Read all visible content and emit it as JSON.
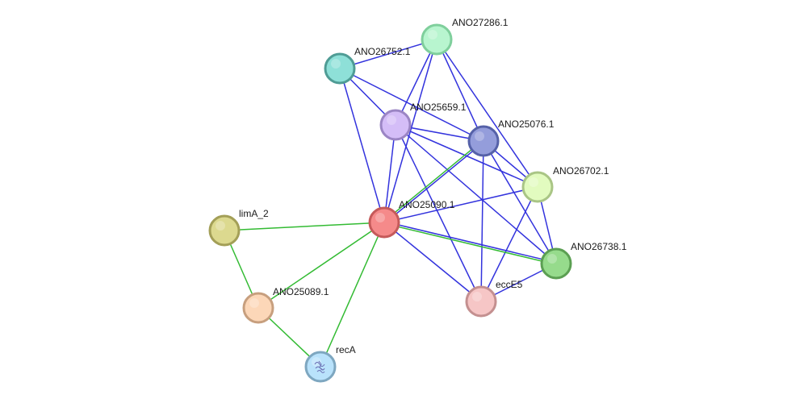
{
  "nodes": [
    {
      "id": "ANO27286.1",
      "label": "ANO27286.1",
      "fill": "#b8f5cf",
      "stroke": "#7fcf9c"
    },
    {
      "id": "ANO26752.1",
      "label": "ANO26752.1",
      "fill": "#8ee0d8",
      "stroke": "#4f9c95"
    },
    {
      "id": "ANO25659.1",
      "label": "ANO25659.1",
      "fill": "#d4bdf7",
      "stroke": "#9b85c4"
    },
    {
      "id": "ANO25076.1",
      "label": "ANO25076.1",
      "fill": "#949ddb",
      "stroke": "#5561a8"
    },
    {
      "id": "ANO26702.1",
      "label": "ANO26702.1",
      "fill": "#e2fbbf",
      "stroke": "#a9c585"
    },
    {
      "id": "ANO25090.1",
      "label": "ANO25090.1",
      "fill": "#f58a8a",
      "stroke": "#c55a5a"
    },
    {
      "id": "limA_2",
      "label": "limA_2",
      "fill": "#dcd98f",
      "stroke": "#a39f57"
    },
    {
      "id": "ANO26738.1",
      "label": "ANO26738.1",
      "fill": "#96db8c",
      "stroke": "#5b9f52"
    },
    {
      "id": "ANO25089.1",
      "label": "ANO25089.1",
      "fill": "#fcd7b8",
      "stroke": "#c79f7e"
    },
    {
      "id": "eccE5",
      "label": "eccE5",
      "fill": "#f6c6c6",
      "stroke": "#c49090"
    },
    {
      "id": "recA",
      "label": "recA",
      "fill": "#b9e2fb",
      "stroke": "#7ea7c0",
      "icon": "protein-structure-icon"
    }
  ],
  "edges": [
    {
      "source": "ANO26752.1",
      "target": "ANO27286.1",
      "colors": [
        "#3333dd"
      ]
    },
    {
      "source": "ANO26752.1",
      "target": "ANO25659.1",
      "colors": [
        "#3333dd"
      ]
    },
    {
      "source": "ANO26752.1",
      "target": "ANO25076.1",
      "colors": [
        "#3333dd"
      ]
    },
    {
      "source": "ANO26752.1",
      "target": "ANO25090.1",
      "colors": [
        "#3333dd"
      ]
    },
    {
      "source": "ANO27286.1",
      "target": "ANO25659.1",
      "colors": [
        "#3333dd"
      ]
    },
    {
      "source": "ANO27286.1",
      "target": "ANO25076.1",
      "colors": [
        "#3333dd"
      ]
    },
    {
      "source": "ANO27286.1",
      "target": "ANO26702.1",
      "colors": [
        "#3333dd"
      ]
    },
    {
      "source": "ANO27286.1",
      "target": "ANO25090.1",
      "colors": [
        "#3333dd"
      ]
    },
    {
      "source": "ANO25659.1",
      "target": "ANO25076.1",
      "colors": [
        "#3333dd"
      ]
    },
    {
      "source": "ANO25659.1",
      "target": "ANO26702.1",
      "colors": [
        "#3333dd"
      ]
    },
    {
      "source": "ANO25659.1",
      "target": "ANO26738.1",
      "colors": [
        "#3333dd"
      ]
    },
    {
      "source": "ANO25659.1",
      "target": "ANO25090.1",
      "colors": [
        "#3333dd"
      ]
    },
    {
      "source": "ANO25659.1",
      "target": "eccE5",
      "colors": [
        "#3333dd"
      ]
    },
    {
      "source": "ANO25076.1",
      "target": "ANO26702.1",
      "colors": [
        "#3333dd"
      ]
    },
    {
      "source": "ANO25076.1",
      "target": "ANO26738.1",
      "colors": [
        "#3333dd"
      ]
    },
    {
      "source": "ANO25076.1",
      "target": "eccE5",
      "colors": [
        "#3333dd"
      ]
    },
    {
      "source": "ANO25076.1",
      "target": "ANO25090.1",
      "colors": [
        "#3333dd",
        "#33bb33"
      ]
    },
    {
      "source": "ANO26702.1",
      "target": "ANO25090.1",
      "colors": [
        "#3333dd"
      ]
    },
    {
      "source": "ANO26702.1",
      "target": "ANO26738.1",
      "colors": [
        "#3333dd"
      ]
    },
    {
      "source": "ANO26702.1",
      "target": "eccE5",
      "colors": [
        "#3333dd"
      ]
    },
    {
      "source": "ANO25090.1",
      "target": "ANO26738.1",
      "colors": [
        "#3333dd",
        "#33bb33"
      ]
    },
    {
      "source": "ANO25090.1",
      "target": "eccE5",
      "colors": [
        "#3333dd"
      ]
    },
    {
      "source": "ANO26738.1",
      "target": "eccE5",
      "colors": [
        "#3333dd"
      ]
    },
    {
      "source": "ANO25090.1",
      "target": "limA_2",
      "colors": [
        "#33bb33"
      ]
    },
    {
      "source": "ANO25090.1",
      "target": "ANO25089.1",
      "colors": [
        "#33bb33"
      ]
    },
    {
      "source": "ANO25090.1",
      "target": "recA",
      "colors": [
        "#33bb33"
      ]
    },
    {
      "source": "limA_2",
      "target": "ANO25089.1",
      "colors": [
        "#33bb33"
      ]
    },
    {
      "source": "ANO25089.1",
      "target": "recA",
      "colors": [
        "#33bb33"
      ]
    }
  ]
}
